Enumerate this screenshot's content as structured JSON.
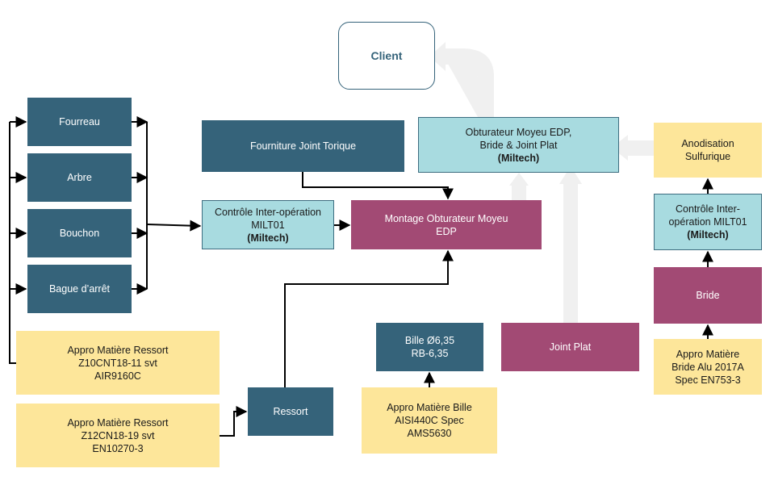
{
  "nodes": {
    "client": "Client",
    "fourreau": "Fourreau",
    "arbre": "Arbre",
    "bouchon": "Bouchon",
    "bague": "Bague d’arrêt",
    "fourniture_joint": "Fourniture Joint Torique",
    "controle_left": {
      "line1": "Contrôle Inter-opération",
      "line2": "MILT01",
      "line3": "(Miltech)"
    },
    "montage": {
      "line1": "Montage Obturateur Moyeu",
      "line2": "EDP"
    },
    "obturateur": {
      "line1": "Obturateur Moyeu EDP,",
      "line2": "Bride & Joint Plat",
      "line3": "(Miltech)"
    },
    "anodisation": {
      "line1": "Anodisation",
      "line2": "Sulfurique"
    },
    "controle_right": {
      "line1": "Contrôle Inter-",
      "line2": "opération MILT01",
      "line3": "(Miltech)"
    },
    "bride": "Bride",
    "appro_bride": {
      "line1": "Appro Matière",
      "line2": "Bride Alu 2017A",
      "line3": "Spec EN753-3"
    },
    "joint_plat": "Joint Plat",
    "bille": {
      "line1": "Bille Ø6,35",
      "line2": "RB-6,35"
    },
    "appro_bille": {
      "line1": "Appro Matière Bille",
      "line2": "AISI440C Spec",
      "line3": "AMS5630"
    },
    "ressort": "Ressort",
    "appro_ressort1": {
      "line1": "Appro Matière Ressort",
      "line2": "Z10CNT18-11 svt",
      "line3": "AIR9160C"
    },
    "appro_ressort2": {
      "line1": "Appro Matière Ressort",
      "line2": "Z12CN18-19 svt",
      "line3": "EN10270-3"
    }
  },
  "colors": {
    "dark": "#35637a",
    "teal": "#a8dbe0",
    "plum": "#a24a74",
    "yellow": "#fde69a",
    "flow_arrow": "#f0f0f0"
  }
}
